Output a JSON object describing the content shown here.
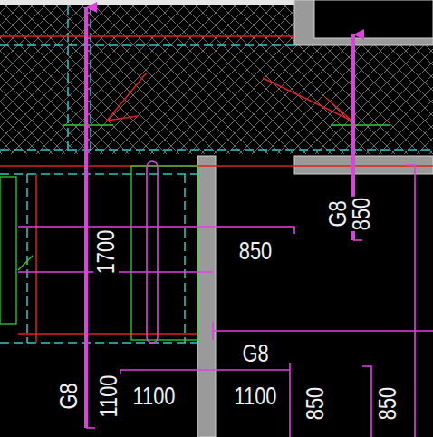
{
  "diagram": {
    "labels": [
      "G8",
      "850",
      "1700",
      "850",
      "G8",
      "G8",
      "1100",
      "1100",
      "1100",
      "850",
      "850"
    ]
  }
}
